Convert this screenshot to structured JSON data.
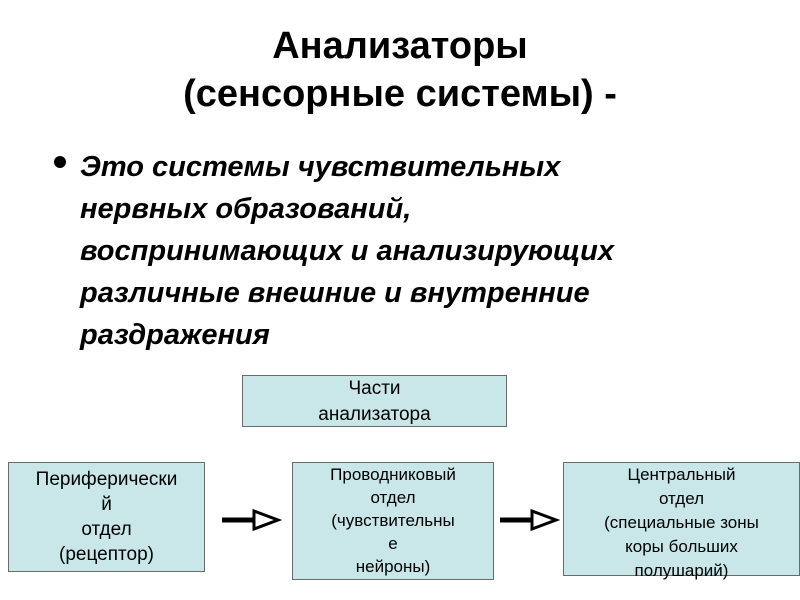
{
  "slide": {
    "title_lines": [
      "Анализаторы",
      "(сенсорные системы) -"
    ],
    "bullet_lines": [
      "Это системы чувствительных",
      "нервных образований,",
      "воспринимающих и анализирующих",
      "различные внешние и внутренние",
      "раздражения"
    ]
  },
  "diagram": {
    "parts_box": {
      "lines": [
        "Части",
        "анализатора"
      ]
    },
    "peripheral_box": {
      "lines": [
        "Периферически",
        "й",
        "отдел",
        "(рецептор)"
      ]
    },
    "conducting_box": {
      "lines": [
        "Проводниковый",
        "отдел",
        "(чувствительны",
        "е",
        "нейроны)"
      ]
    },
    "central_box": {
      "lines": [
        "Центральный",
        "отдел",
        "(специальные зоны",
        "коры больших",
        "полушарий)"
      ]
    }
  },
  "colors": {
    "box_fill": "#c9e6e8",
    "box_border": "#6a6a6a",
    "text": "#000000",
    "arrow": "#000000"
  }
}
